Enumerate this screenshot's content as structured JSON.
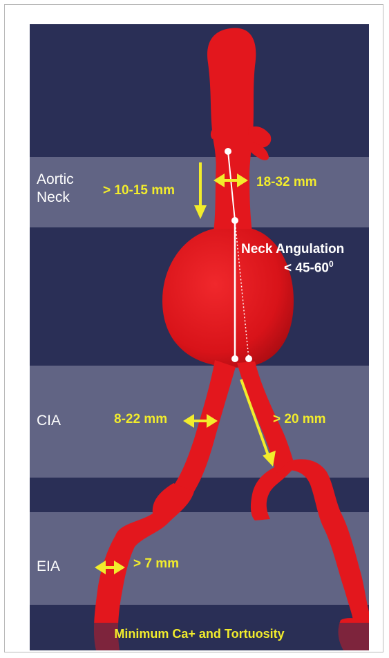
{
  "regions": {
    "aortic_neck": [
      "Aortic",
      "Neck"
    ],
    "cia": "CIA",
    "eia": "EIA"
  },
  "measurements": {
    "neck_length": "> 10-15 mm",
    "neck_diameter": "18-32 mm",
    "neck_angulation_title": "Neck Angulation",
    "neck_angulation_value": "< 45-60",
    "neck_angulation_unit": "0",
    "cia_diameter": "8-22 mm",
    "cia_length": "> 20 mm",
    "eia_diameter": "> 7 mm"
  },
  "footer": "Minimum Ca+ and Tortuosity",
  "colors": {
    "background": "#2a2f56",
    "band": "#6b6d8c",
    "vessel": "#e3171d",
    "annotation": "#f2ec2c",
    "guide_line": "#ffffff"
  }
}
